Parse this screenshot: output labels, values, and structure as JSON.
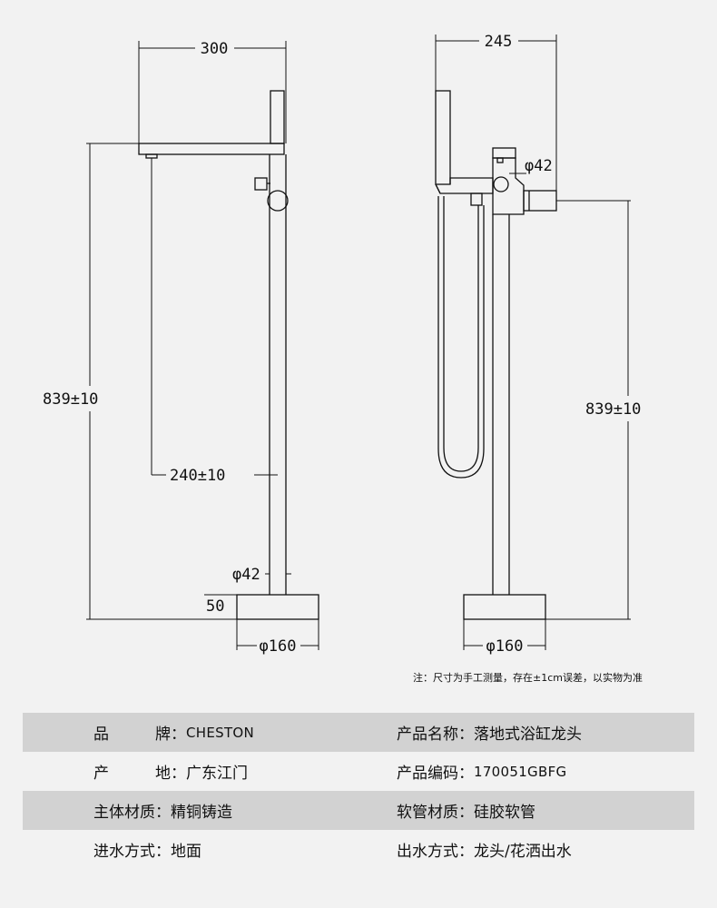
{
  "dimensions": {
    "left_width": "300",
    "left_height": "839±10",
    "spout_height": "240±10",
    "pipe_diameter_left": "φ42",
    "base_height": "50",
    "base_diameter_left": "φ160",
    "right_width": "245",
    "pipe_diameter_right": "φ42",
    "right_height": "839±10",
    "base_diameter_right": "φ160"
  },
  "note": "注：尺寸为手工测量，存在±1cm误差，以实物为准",
  "specs": [
    {
      "left_label_a": "品",
      "left_label_b": "牌：",
      "left_value": "CHESTON",
      "right_label": "产品名称：",
      "right_value": "落地式浴缸龙头"
    },
    {
      "left_label_a": "产",
      "left_label_b": "地：",
      "left_value": "广东江门",
      "right_label": "产品编码：",
      "right_value": "170051GBFG"
    },
    {
      "left_label": "主体材质：",
      "left_value": "精铜铸造",
      "right_label": "软管材质：",
      "right_value": "硅胶软管"
    },
    {
      "left_label": "进水方式：",
      "left_value": "地面",
      "right_label": "出水方式：",
      "right_value": "龙头/花洒出水"
    }
  ]
}
